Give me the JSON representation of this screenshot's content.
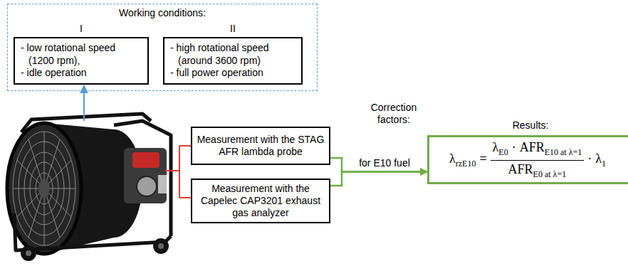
{
  "diagram": {
    "nodes": [
      {
        "text": [
          "Working conditions:"
        ]
      },
      {
        "text": [
          "I",
          "- low rotational speed (1200 rpm),",
          "- idle operation"
        ],
        "in": 0
      },
      {
        "text": [
          "II",
          "- high rotational speed (around 3600 rpm)",
          "- full power operation"
        ],
        "in": 0
      },
      {
        "text": [
          "Measurement with the STAG AFR lambda probe"
        ]
      },
      {
        "text": [
          "Measurement with the Capelec CAP3201 exhaust gas analyzer"
        ]
      },
      {
        "text": [
          "Results:",
          "λ",
          "rzE10",
          "=",
          "λ",
          "E0",
          "·",
          "AFR",
          "E10 at λ=1",
          "AFR",
          "E0 at λ=1",
          "·",
          "λ",
          "1"
        ]
      }
    ],
    "edges": [
      {
        "from": 3,
        "to": 5,
        "arrow": "to",
        "label": "for E10 fuel"
      },
      {
        "from": 4,
        "to": 5,
        "arrow": "to"
      }
    ],
    "labels": [
      "Correction factors:"
    ]
  }
}
